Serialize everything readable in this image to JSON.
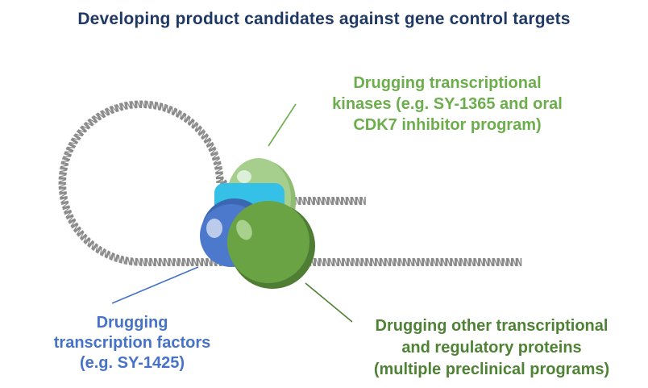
{
  "title": {
    "text": "Developing product candidates against gene control targets",
    "color": "#1F3864"
  },
  "labels": {
    "kinases": {
      "lines": [
        "Drugging transcriptional",
        "kinases (e.g. SY-1365 and oral",
        "CDK7 inhibitor program)"
      ],
      "color": "#6BAE4B"
    },
    "factors": {
      "lines": [
        "Drugging",
        "transcription factors",
        "(e.g. SY-1425)"
      ],
      "color": "#4673C8"
    },
    "other": {
      "lines": [
        "Drugging other transcriptional",
        "and regulatory proteins",
        "(multiple preclinical programs)"
      ],
      "color": "#4E8234"
    }
  },
  "diagram": {
    "dna": {
      "name": "dna-double-helix-with-loop",
      "color": "#8A8A8A"
    },
    "proteins": {
      "transcriptional_kinase_sphere_color": "#A6CE8D",
      "coactivator_block_color": "#35C0E8",
      "transcription_factor_sphere_color": "#4C79CC",
      "regulatory_protein_sphere_color": "#6AA344"
    },
    "connector_colors": {
      "kinases_line": "#6BAE4B",
      "factors_line": "#4673C8",
      "other_line": "#4E8234"
    }
  }
}
